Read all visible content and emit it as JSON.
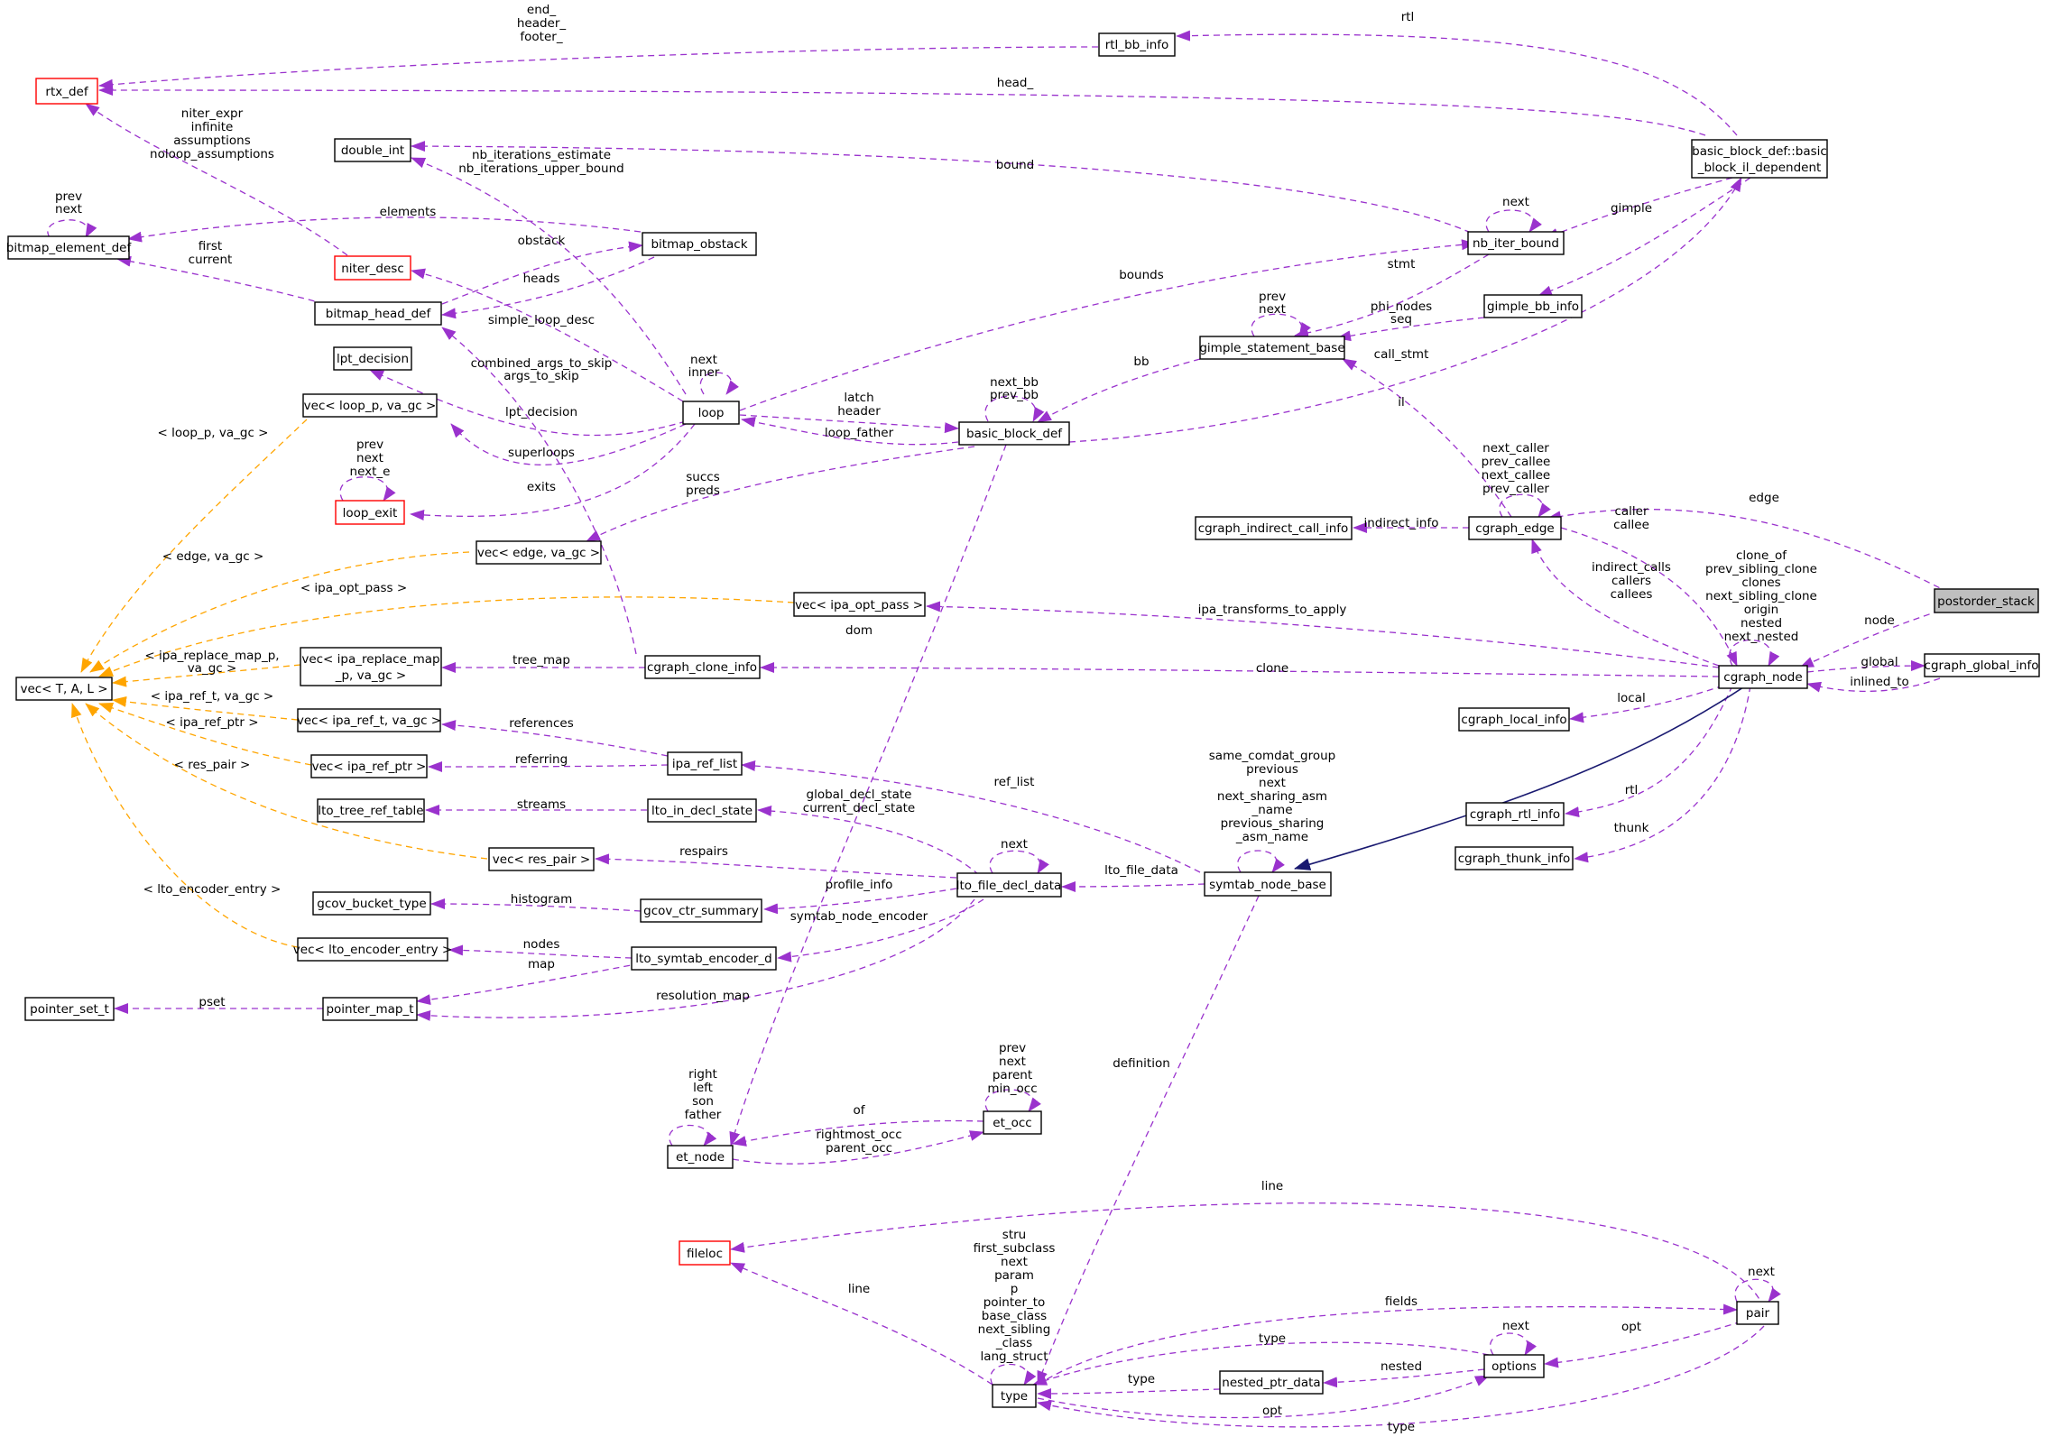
{
  "colors": {
    "usage_edge": "#9a32cd",
    "template_edge": "#ffa500",
    "inherit_edge": "#191970",
    "undocumented_border": "#ff0000",
    "focus_fill": "#bfbfbf"
  },
  "nodes": {
    "rtx_def": {
      "label": "rtx_def"
    },
    "rtl_bb_info": {
      "label": "rtl_bb_info"
    },
    "basic_block_il": {
      "lines": [
        "basic_block_def::basic",
        "_block_il_dependent"
      ]
    },
    "double_int": {
      "label": "double_int"
    },
    "bitmap_element_def": {
      "label": "bitmap_element_def"
    },
    "niter_desc": {
      "label": "niter_desc"
    },
    "bitmap_obstack": {
      "label": "bitmap_obstack"
    },
    "nb_iter_bound": {
      "label": "nb_iter_bound"
    },
    "bitmap_head_def": {
      "label": "bitmap_head_def"
    },
    "gimple_bb_info": {
      "label": "gimple_bb_info"
    },
    "gimple_statement_base": {
      "label": "gimple_statement_base"
    },
    "lpt_decision": {
      "label": "lpt_decision"
    },
    "vec_loop_p": {
      "label": "vec< loop_p, va_gc >"
    },
    "loop": {
      "label": "loop"
    },
    "basic_block_def": {
      "label": "basic_block_def"
    },
    "loop_exit": {
      "label": "loop_exit"
    },
    "cgraph_indirect_call_info": {
      "label": "cgraph_indirect_call_info"
    },
    "cgraph_edge": {
      "label": "cgraph_edge"
    },
    "vec_edge": {
      "label": "vec< edge, va_gc >"
    },
    "postorder_stack": {
      "label": "postorder_stack"
    },
    "vec_ipa_opt_pass": {
      "label": "vec< ipa_opt_pass >"
    },
    "vec_T_A_L": {
      "label": "vec< T, A, L >"
    },
    "vec_ipa_replace_map": {
      "lines": [
        "vec< ipa_replace_map",
        "_p, va_gc >"
      ]
    },
    "cgraph_clone_info": {
      "label": "cgraph_clone_info"
    },
    "cgraph_node": {
      "label": "cgraph_node"
    },
    "cgraph_global_info": {
      "label": "cgraph_global_info"
    },
    "cgraph_local_info": {
      "label": "cgraph_local_info"
    },
    "vec_ipa_ref_t": {
      "label": "vec< ipa_ref_t, va_gc >"
    },
    "vec_ipa_ref_ptr": {
      "label": "vec< ipa_ref_ptr >"
    },
    "ipa_ref_list": {
      "label": "ipa_ref_list"
    },
    "lto_tree_ref_table": {
      "label": "lto_tree_ref_table"
    },
    "lto_in_decl_state": {
      "label": "lto_in_decl_state"
    },
    "cgraph_rtl_info": {
      "label": "cgraph_rtl_info"
    },
    "vec_res_pair": {
      "label": "vec< res_pair >"
    },
    "cgraph_thunk_info": {
      "label": "cgraph_thunk_info"
    },
    "lto_file_decl_data": {
      "label": "lto_file_decl_data"
    },
    "symtab_node_base": {
      "label": "symtab_node_base"
    },
    "gcov_bucket_type": {
      "label": "gcov_bucket_type"
    },
    "gcov_ctr_summary": {
      "label": "gcov_ctr_summary"
    },
    "vec_lto_encoder_entry": {
      "label": "vec< lto_encoder_entry >"
    },
    "lto_symtab_encoder_d": {
      "label": "lto_symtab_encoder_d"
    },
    "pointer_set_t": {
      "label": "pointer_set_t"
    },
    "pointer_map_t": {
      "label": "pointer_map_t"
    },
    "et_occ": {
      "label": "et_occ"
    },
    "et_node": {
      "label": "et_node"
    },
    "fileloc": {
      "label": "fileloc"
    },
    "pair": {
      "label": "pair"
    },
    "options": {
      "label": "options"
    },
    "nested_ptr_data": {
      "label": "nested_ptr_data"
    },
    "type": {
      "label": "type"
    }
  },
  "edge_labels": {
    "end_header_footer": [
      "end_",
      "header_",
      "footer_"
    ],
    "rtl": "rtl",
    "head": "head_",
    "niter_expr": [
      "niter_expr",
      "infinite",
      "assumptions",
      "noloop_assumptions"
    ],
    "nb_iterations": [
      "nb_iterations_estimate",
      "nb_iterations_upper_bound"
    ],
    "bound": "bound",
    "bitmap_elem_self": [
      "prev",
      "next"
    ],
    "elements": "elements",
    "first_current": [
      "first",
      "current"
    ],
    "obstack": "obstack",
    "heads": "heads",
    "nb_next": "next",
    "gimple": "gimple",
    "bounds": "bounds",
    "simple_loop_desc": "simple_loop_desc",
    "stmt": "stmt",
    "gimple_self": [
      "prev",
      "next"
    ],
    "phi_nodes_seq": [
      "phi_nodes",
      "seq"
    ],
    "combined_args": [
      "combined_args_to_skip",
      "args_to_skip"
    ],
    "loop_self": [
      "next",
      "inner"
    ],
    "next_bb_prev_bb": [
      "next_bb",
      "prev_bb"
    ],
    "bb": "bb",
    "call_stmt": "call_stmt",
    "latch_header": [
      "latch",
      "header"
    ],
    "lpt_decision": "lpt_decision",
    "loop_father": "loop_father",
    "il": "il",
    "loop_p": "< loop_p, va_gc >",
    "superloops": "superloops",
    "loop_exit_self": [
      "prev",
      "next",
      "next_e"
    ],
    "exits": "exits",
    "cgraph_edge_self": [
      "next_caller",
      "prev_callee",
      "next_callee",
      "prev_caller"
    ],
    "succs_preds": [
      "succs",
      "preds"
    ],
    "edge": "edge",
    "indirect_info": "indirect_info",
    "caller_callee": [
      "caller",
      "callee"
    ],
    "edge_va_gc": "< edge, va_gc >",
    "indirect_calls": [
      "indirect_calls",
      "callers",
      "callees"
    ],
    "clone_of": [
      "clone_of",
      "prev_sibling_clone",
      "clones",
      "next_sibling_clone",
      "origin",
      "nested",
      "next_nested"
    ],
    "ipa_opt_pass": "< ipa_opt_pass >",
    "ipa_transforms": "ipa_transforms_to_apply",
    "node": "node",
    "dom": "dom",
    "ipa_replace_map_t": [
      "< ipa_replace_map_p,",
      "va_gc >"
    ],
    "tree_map": "tree_map",
    "clone": "clone",
    "global": "global",
    "inlined_to": "inlined_to",
    "ipa_ref_t": "< ipa_ref_t, va_gc >",
    "local": "local",
    "ipa_ref_ptr": "< ipa_ref_ptr >",
    "references": "references",
    "referring": "referring",
    "res_pair": "< res_pair >",
    "symtab_self": [
      "same_comdat_group",
      "previous",
      "next",
      "next_sharing_asm",
      "_name",
      "previous_sharing",
      "_asm_name"
    ],
    "streams": "streams",
    "global_decl_state": [
      "global_decl_state",
      "current_decl_state"
    ],
    "ref_list": "ref_list",
    "rtl2": "rtl",
    "lto_next": "next",
    "respairs": "respairs",
    "thunk": "thunk",
    "lto_encoder_entry": "< lto_encoder_entry >",
    "lto_file_data": "lto_file_data",
    "profile_info": "profile_info",
    "histogram": "histogram",
    "symtab_node_encoder": "symtab_node_encoder",
    "nodes": "nodes",
    "map": "map",
    "resolution_map": "resolution_map",
    "pset": "pset",
    "et_occ_self": [
      "prev",
      "next",
      "parent",
      "min_occ"
    ],
    "definition": "definition",
    "et_node_self": [
      "right",
      "left",
      "son",
      "father"
    ],
    "of": "of",
    "rightmost_occ": [
      "rightmost_occ",
      "parent_occ"
    ],
    "line": "line",
    "pair_next": "next",
    "type_self": [
      "stru",
      "first_subclass",
      "next",
      "param",
      "p",
      "pointer_to",
      "base_class",
      "next_sibling",
      "_class",
      "lang_struct"
    ],
    "line2": "line",
    "fields": "fields",
    "options_next": "next",
    "opt": "opt",
    "type_opts": "type",
    "nested": "nested",
    "type_nested": "type",
    "opt2": "opt",
    "type_pair": "type"
  }
}
